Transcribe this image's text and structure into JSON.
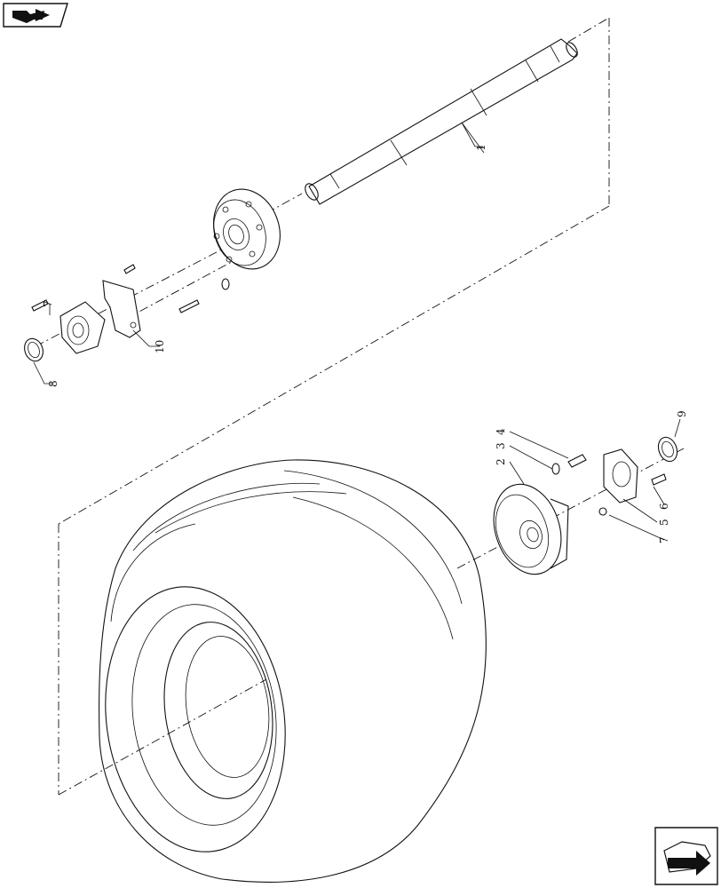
{
  "diagram": {
    "callouts": {
      "c1": "1",
      "c2": "2",
      "c3": "3",
      "c4": "4",
      "c5": "5",
      "c6": "6",
      "c7": "7",
      "c8": "8",
      "c9": "9",
      "c10": "10",
      "c7_top": "7"
    }
  },
  "icons": {
    "top_left": "book-arrow-icon",
    "bottom_right": "next-page-icon"
  }
}
